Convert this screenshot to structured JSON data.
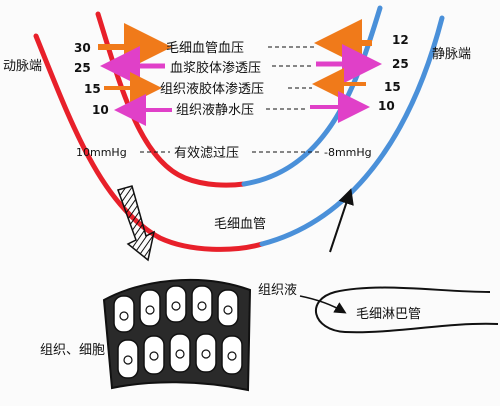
{
  "labels": {
    "arterial_end": "动脉端",
    "venous_end": "静脉端",
    "capillary_hydrostatic": "毛细血管血压",
    "plasma_colloid": "血浆胶体渗透压",
    "tissue_colloid": "组织液胶体渗透压",
    "tissue_hydrostatic": "组织液静水压",
    "effective_filtration": "有效滤过压",
    "capillary": "毛细血管",
    "tissue_fluid": "组织液",
    "lymph_capillary": "毛细淋巴管",
    "tissue_cells": "组织、细胞"
  },
  "arterial_values": {
    "capillary_hydrostatic": "30",
    "plasma_colloid": "25",
    "tissue_colloid": "15",
    "tissue_hydrostatic": "10",
    "effective_filtration": "10mmHg"
  },
  "venous_values": {
    "capillary_hydrostatic": "12",
    "plasma_colloid": "25",
    "tissue_colloid": "15",
    "tissue_hydrostatic": "10",
    "effective_filtration": "-8mmHg"
  },
  "colors": {
    "arterial": "#e8202a",
    "venous": "#4a90d9",
    "orange_arrow": "#f07a1a",
    "magenta_arrow": "#e040c8",
    "black": "#111111"
  }
}
